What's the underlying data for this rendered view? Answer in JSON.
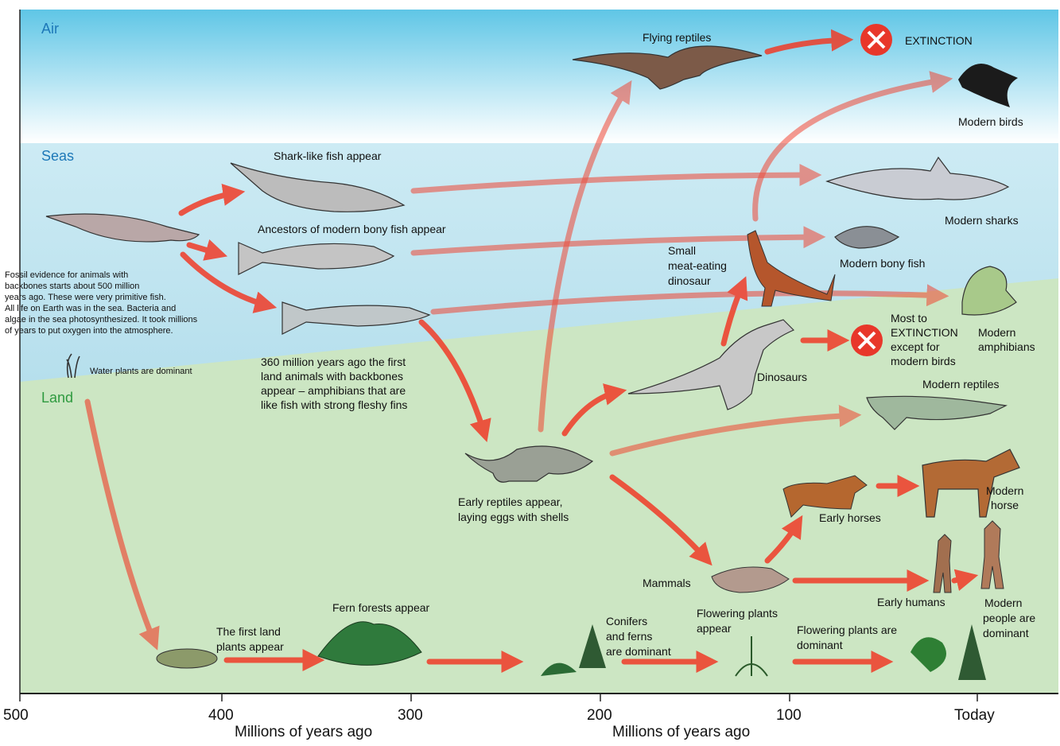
{
  "zones": {
    "air": "Air",
    "seas": "Seas",
    "land": "Land"
  },
  "colors": {
    "air_top": "#5fc6e6",
    "air_bottom": "#ffffff",
    "sea": "#bfe3ef",
    "land": "#cce6c3",
    "arrow": "#f03a26",
    "extinction": "#e8372a",
    "zone_air": "#1d78b8",
    "zone_land": "#2e9a3f"
  },
  "labels": {
    "flying_reptiles": "Flying reptiles",
    "extinction": "EXTINCTION",
    "modern_birds": "Modern birds",
    "shark_like": "Shark-like fish appear",
    "modern_sharks": "Modern sharks",
    "ancestors_bony": "Ancestors of modern bony fish appear",
    "small_dino": [
      "Small",
      "meat-eating",
      "dinosaur"
    ],
    "modern_bony": "Modern bony fish",
    "fossil_note": [
      "Fossil evidence for animals with",
      "backbones starts about 500 million",
      "years ago. These were very primitive fish.",
      "All life on Earth was in the sea. Bacteria and",
      "algae in the sea photosynthesized. It took millions",
      "of years to put oxygen into the atmosphere."
    ],
    "most_extinction": [
      "Most to",
      "EXTINCTION",
      "except for",
      "modern birds"
    ],
    "modern_amphibians": [
      "Modern",
      "amphibians"
    ],
    "water_plants": "Water plants are dominant",
    "first_land_animals": [
      "360 million years ago the first",
      "land animals with backbones",
      "appear – amphibians that are",
      "like fish with strong fleshy fins"
    ],
    "dinosaurs": "Dinosaurs",
    "modern_reptiles": "Modern reptiles",
    "early_reptiles": [
      "Early reptiles appear,",
      "laying eggs with shells"
    ],
    "early_horses": "Early horses",
    "modern_horse": [
      "Modern",
      "horse"
    ],
    "mammals": "Mammals",
    "early_humans": "Early humans",
    "modern_people": [
      "Modern",
      "people are",
      "dominant"
    ],
    "fern_forests": "Fern forests appear",
    "first_land_plants": [
      "The first land",
      "plants appear"
    ],
    "conifers": [
      "Conifers",
      "and ferns",
      "are dominant"
    ],
    "flowering_appear": [
      "Flowering plants",
      "appear"
    ],
    "flowering_dominant": [
      "Flowering plants are",
      "dominant"
    ]
  },
  "axis": {
    "ticks": [
      "500",
      "400",
      "300",
      "200",
      "100",
      "Today"
    ],
    "title_left": "Millions of years ago",
    "title_right": "Millions of years ago"
  }
}
